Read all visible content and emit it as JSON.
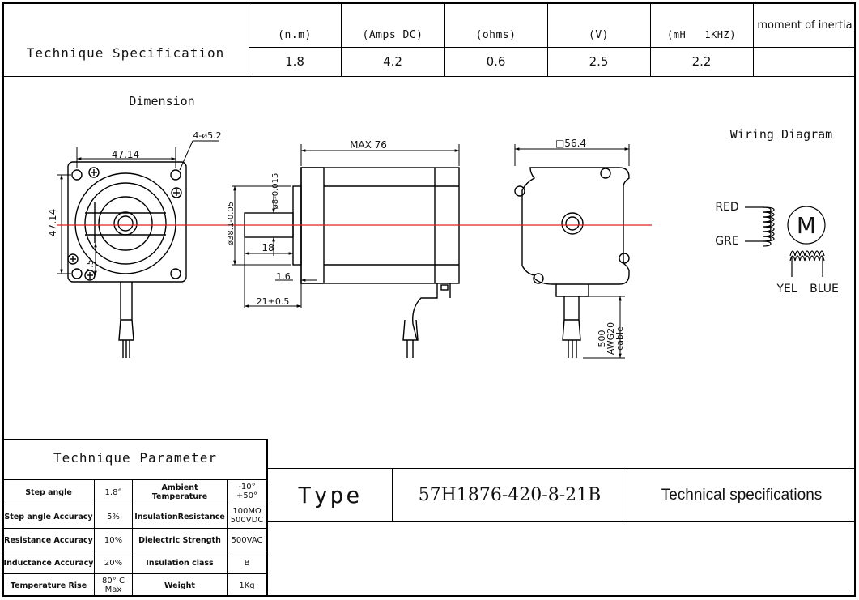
{
  "header": {
    "title": "Technique Specification",
    "columns": [
      {
        "unit": "(n.m)",
        "value": "1.8"
      },
      {
        "unit": "(Amps DC)",
        "value": "4.2"
      },
      {
        "unit": "(ohms)",
        "value": "0.6"
      },
      {
        "unit": "(V)",
        "value": "2.5"
      },
      {
        "unit": "(mH   1KHZ)",
        "value": "2.2"
      },
      {
        "unit": "moment of inertia",
        "value": ""
      }
    ]
  },
  "dimension": {
    "title": "Dimension",
    "front_width": "47.14",
    "front_height": "47.14",
    "holes": "4-ø5.2",
    "offset": "7.5",
    "max_length": "MAX 76",
    "shaft_dia": "ø8-0.015",
    "pilot_dia": "ø38.1-0.05",
    "shaft_len": "18",
    "pilot_depth": "1.6",
    "shaft_total": "21±0.5",
    "square": "□56.4",
    "cable_len": "500",
    "cable_gauge": "AWG20",
    "cable_word": "cable"
  },
  "wiring": {
    "title": "Wiring Diagram",
    "red": "RED",
    "gre": "GRE",
    "yel": "YEL",
    "blue": "BLUE",
    "motor_symbol": "M"
  },
  "parameters": {
    "title": "Technique Parameter",
    "rows": [
      {
        "l1": "Step angle",
        "v1": "1.8°",
        "l2": "Ambient Temperature",
        "v2a": "-10°",
        "v2b": "+50°"
      },
      {
        "l1": "Step angle Accuracy",
        "v1": "5%",
        "l2": "InsulationResistance",
        "v2a": "100MΩ",
        "v2b": "500VDC"
      },
      {
        "l1": "Resistance Accuracy",
        "v1": "10%",
        "l2": "Dielectric Strength",
        "v2a": "500VAC",
        "v2b": ""
      },
      {
        "l1": "Inductance Accuracy",
        "v1": "20%",
        "l2": "Insulation class",
        "v2a": "B",
        "v2b": ""
      },
      {
        "l1": "Temperature Rise",
        "v1": "80° C Max",
        "l2": "Weight",
        "v2a": "1Kg",
        "v2b": ""
      }
    ]
  },
  "type_block": {
    "label": "Type",
    "model": "57H1876-420-8-21B",
    "tech": "Technical specifications"
  },
  "colors": {
    "axis_line": "#e02020",
    "lines": "#000000"
  }
}
